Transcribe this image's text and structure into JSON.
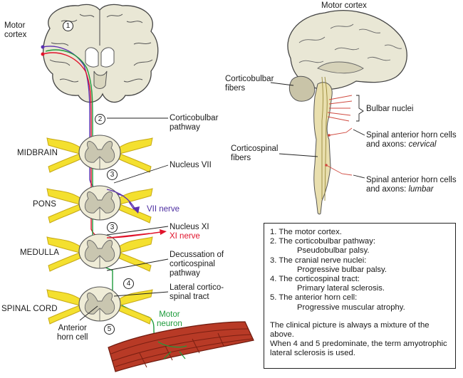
{
  "left": {
    "motor_cortex": [
      "Motor",
      "cortex"
    ],
    "levels": [
      "MIDBRAIN",
      "PONS",
      "MEDULLA",
      "SPINAL CORD"
    ],
    "corticobulbar": [
      "Corticobulbar",
      "pathway"
    ],
    "nucleus_vii": "Nucleus VII",
    "vii_nerve": "VII nerve",
    "nucleus_xi": "Nucleus XI",
    "xi_nerve": "XI nerve",
    "decussation": [
      "Decussation of",
      "corticospinal",
      "pathway"
    ],
    "lateral_tract": [
      "Lateral cortico-",
      "spinal tract"
    ],
    "motor_neuron": [
      "Motor",
      "neuron"
    ],
    "anterior_horn": [
      "Anterior",
      "horn cell"
    ],
    "markers": [
      "1",
      "2",
      "3",
      "3",
      "4",
      "5"
    ]
  },
  "right": {
    "motor_cortex": "Motor cortex",
    "corticobulbar": [
      "Corticobulbar",
      "fibers"
    ],
    "bulbar_nuclei": "Bulbar nuclei",
    "corticospinal": [
      "Corticospinal",
      "fibers"
    ],
    "cervical": [
      "Spinal anterior horn cells",
      "and axons: ",
      "cervical"
    ],
    "lumbar": [
      "Spinal anterior horn cells",
      "and axons: ",
      "lumbar"
    ]
  },
  "legend": {
    "items": [
      {
        "title": "1. The motor cortex.",
        "detail": ""
      },
      {
        "title": "2. The corticobulbar pathway:",
        "detail": "Pseudobulbar palsy."
      },
      {
        "title": "3. The cranial nerve nuclei:",
        "detail": "Progressive bulbar palsy."
      },
      {
        "title": "4. The corticospinal tract:",
        "detail": "Primary lateral sclerosis."
      },
      {
        "title": "5. The anterior horn cell:",
        "detail": "Progressive muscular atrophy."
      }
    ],
    "note": "The clinical picture is always a mixture of the above.",
    "note2": "When 4 and 5 predominate, the term amyotrophic lateral sclerosis is used."
  },
  "colors": {
    "cortex_fill": "#e9e7d5",
    "cortex_dark": "#d3d0b6",
    "ventricle": "#ffffff",
    "spinal_fill": "#efecd7",
    "grey_matter": "#c9c6b0",
    "nerve_yellow": "#f4e02f",
    "nerve_yellow_edge": "#c7a915",
    "purple": "#5b2fb0",
    "red": "#e0132b",
    "green": "#1e9b3c",
    "muscle": "#b83a26",
    "muscle_dark": "#7a1f12",
    "cerebellum": "#c9c4a8",
    "brainstem": "#e9dfae"
  }
}
